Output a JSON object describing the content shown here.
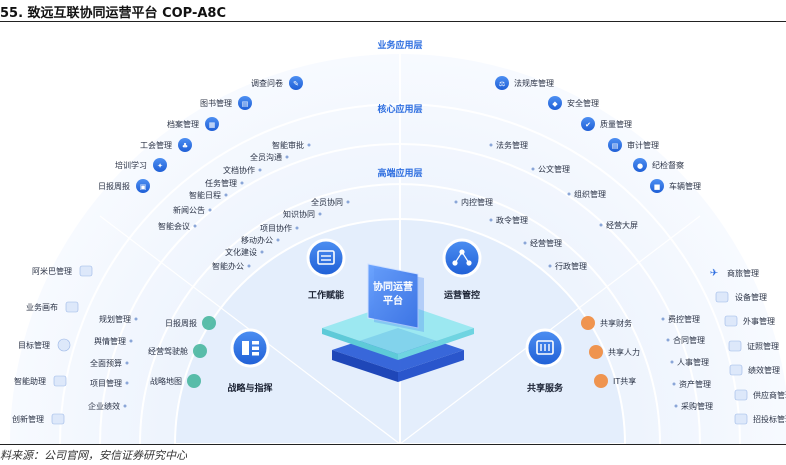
{
  "header": {
    "title": "55. 致远互联协同运营平台 COP-A8C"
  },
  "footer": {
    "source": "料来源：公司官网，安信证券研究中心"
  },
  "layers": {
    "business": "业务应用层",
    "core": "核心应用层",
    "high": "高端应用层"
  },
  "center": {
    "tile": [
      "协同运营",
      "平台"
    ]
  },
  "modules": {
    "gzfn": "工作赋能",
    "yygk": "运营管控",
    "zlyzh": "战略与指挥",
    "gxfw": "共享服务"
  },
  "business_left": [
    "调查问卷",
    "图书管理",
    "档案管理",
    "工会管理",
    "培训学习",
    "日报周报"
  ],
  "business_right": [
    "法规库管理",
    "安全管理",
    "质量管理",
    "审计管理",
    "纪检督察",
    "车辆管理"
  ],
  "core_left": [
    "智能审批",
    "全员沟通",
    "文档协作",
    "任务管理",
    "智能日程",
    "新闻公告",
    "智能会议"
  ],
  "core_right": [
    "法务管理",
    "公文管理",
    "组织管理",
    "经营大屏"
  ],
  "high_left": [
    "全员协同",
    "知识协同",
    "项目协作",
    "移动办公",
    "文化建设",
    "智能办公"
  ],
  "high_right": [
    "内控管理",
    "政令管理",
    "经营管理",
    "行政管理"
  ],
  "side_left": [
    "阿米巴管理",
    "业务画布",
    "目标管理",
    "智能助理",
    "创新管理"
  ],
  "side_right": [
    "商旅管理",
    "设备管理",
    "外事管理",
    "证照管理",
    "绩效管理",
    "供应商管理",
    "招投标管理"
  ],
  "strategy_a": [
    "规划管理",
    "舆情管理",
    "全面预算",
    "项目管理",
    "企业绩效"
  ],
  "strategy_b": [
    "日报周报",
    "经营驾驶舱",
    "战略地图"
  ],
  "shared_a": [
    "共享财务",
    "共享人力",
    "IT共享"
  ],
  "shared_b": [
    "费控管理",
    "合同管理",
    "人事管理",
    "资产管理",
    "采购管理"
  ],
  "colors": {
    "blue": "#2f6fe0",
    "orange": "#f08a3c",
    "green": "#3fb39a",
    "light": "#e8f0fc"
  }
}
